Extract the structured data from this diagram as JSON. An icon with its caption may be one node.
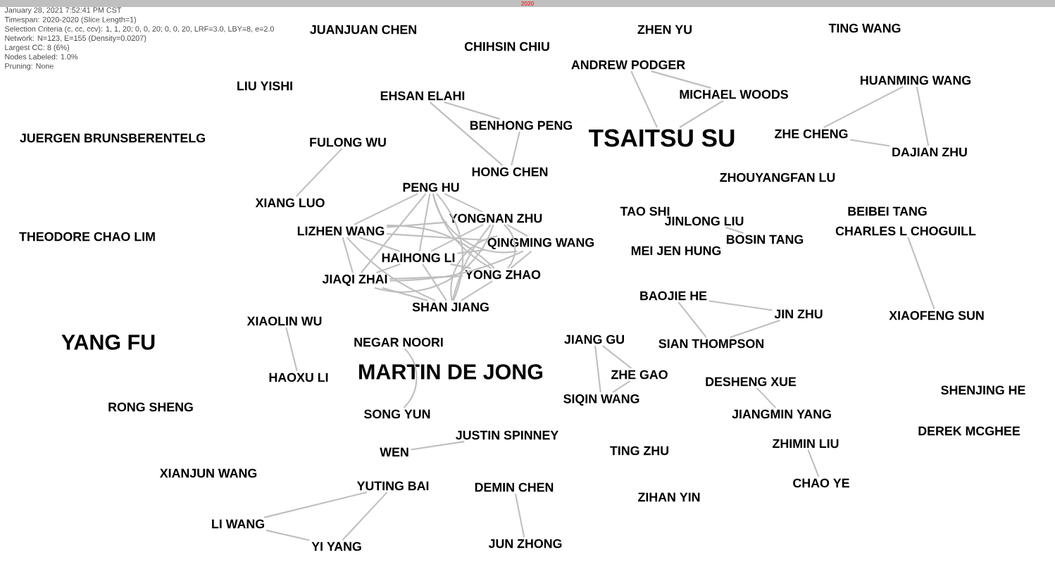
{
  "diagram": {
    "nodes": [
      {
        "text": [
          "JUANJUAN CHEN"
        ]
      },
      {
        "text": [
          "ZHEN YU"
        ]
      },
      {
        "text": [
          "TING WANG"
        ]
      },
      {
        "text": [
          "CHIHSIN CHIU"
        ]
      },
      {
        "text": [
          "ANDREW PODGER"
        ]
      },
      {
        "text": [
          "LIU YISHI"
        ]
      },
      {
        "text": [
          "HUANMING WANG"
        ]
      },
      {
        "text": [
          "MICHAEL WOODS"
        ]
      },
      {
        "text": [
          "EHSAN ELAHI"
        ]
      },
      {
        "text": [
          "BENHONG PENG"
        ]
      },
      {
        "text": [
          "ZHE CHENG"
        ]
      },
      {
        "text": [
          "TSAITSU SU"
        ]
      },
      {
        "text": [
          "JUERGEN BRUNSBERENTELG"
        ]
      },
      {
        "text": [
          "FULONG WU"
        ]
      },
      {
        "text": [
          "DAJIAN ZHU"
        ]
      },
      {
        "text": [
          "HONG CHEN"
        ]
      },
      {
        "text": [
          "ZHOUYANGFAN LU"
        ]
      },
      {
        "text": [
          "PENG HU"
        ]
      },
      {
        "text": [
          "XIANG LUO"
        ]
      },
      {
        "text": [
          "TAO SHI"
        ]
      },
      {
        "text": [
          "BEIBEI TANG"
        ]
      },
      {
        "text": [
          "YONGNAN ZHU"
        ]
      },
      {
        "text": [
          "JINLONG LIU"
        ]
      },
      {
        "text": [
          "LIZHEN WANG"
        ]
      },
      {
        "text": [
          "CHARLES L CHOGUILL"
        ]
      },
      {
        "text": [
          "THEODORE CHAO LIM"
        ]
      },
      {
        "text": [
          "BOSIN TANG"
        ]
      },
      {
        "text": [
          "QINGMING WANG"
        ]
      },
      {
        "text": [
          "MEI JEN HUNG"
        ]
      },
      {
        "text": [
          "HAIHONG LI"
        ]
      },
      {
        "text": [
          "YONG ZHAO"
        ]
      },
      {
        "text": [
          "JIAQI ZHAI"
        ]
      },
      {
        "text": [
          "BAOJIE HE"
        ]
      },
      {
        "text": [
          "SHAN JIANG"
        ]
      },
      {
        "text": [
          "JIN ZHU"
        ]
      },
      {
        "text": [
          "XIAOFENG SUN"
        ]
      },
      {
        "text": [
          "XIAOLIN WU"
        ]
      },
      {
        "text": [
          "JIANG GU"
        ]
      },
      {
        "text": [
          "YANG FU"
        ]
      },
      {
        "text": [
          "NEGAR NOORI"
        ]
      },
      {
        "text": [
          "SIAN THOMPSON"
        ]
      },
      {
        "text": [
          "MARTIN DE JONG"
        ]
      },
      {
        "text": [
          "ZHE GAO"
        ]
      },
      {
        "text": [
          "HAOXU LI"
        ]
      },
      {
        "text": [
          "DESHENG XUE"
        ]
      },
      {
        "text": [
          "SHENJING HE"
        ]
      },
      {
        "text": [
          "SIQIN WANG"
        ]
      },
      {
        "text": [
          "RONG SHENG"
        ]
      },
      {
        "text": [
          "SONG YUN"
        ]
      },
      {
        "text": [
          "JIANGMIN YANG"
        ]
      },
      {
        "text": [
          "DEREK MCGHEE"
        ]
      },
      {
        "text": [
          "JUSTIN SPINNEY"
        ]
      },
      {
        "text": [
          "ZHIMIN LIU"
        ]
      },
      {
        "text": [
          "TING ZHU"
        ]
      },
      {
        "text": [
          "WEN"
        ]
      },
      {
        "text": [
          "XIANJUN WANG"
        ]
      },
      {
        "text": [
          "CHAO YE"
        ]
      },
      {
        "text": [
          "YUTING BAI"
        ]
      },
      {
        "text": [
          "DEMIN CHEN"
        ]
      },
      {
        "text": [
          "ZIHAN YIN"
        ]
      },
      {
        "text": [
          "LI WANG"
        ]
      },
      {
        "text": [
          "YI YANG"
        ]
      },
      {
        "text": [
          "JUN ZHONG"
        ]
      }
    ],
    "edges": [
      {
        "from": 4,
        "to": 7,
        "arrow": "none"
      },
      {
        "from": 4,
        "to": 11,
        "arrow": "none"
      },
      {
        "from": 7,
        "to": 11,
        "arrow": "none"
      },
      {
        "from": 6,
        "to": 10,
        "arrow": "none"
      },
      {
        "from": 6,
        "to": 14,
        "arrow": "none"
      },
      {
        "from": 10,
        "to": 14,
        "arrow": "none"
      },
      {
        "from": 8,
        "to": 9,
        "arrow": "none"
      },
      {
        "from": 8,
        "to": 15,
        "arrow": "none"
      },
      {
        "from": 9,
        "to": 15,
        "arrow": "none"
      },
      {
        "from": 13,
        "to": 18,
        "arrow": "none"
      },
      {
        "from": 17,
        "to": 21,
        "arrow": "none"
      },
      {
        "from": 17,
        "to": 23,
        "arrow": "none"
      },
      {
        "from": 17,
        "to": 27,
        "arrow": "none"
      },
      {
        "from": 17,
        "to": 29,
        "arrow": "none"
      },
      {
        "from": 17,
        "to": 30,
        "arrow": "none"
      },
      {
        "from": 17,
        "to": 31,
        "arrow": "none"
      },
      {
        "from": 17,
        "to": 33,
        "arrow": "none"
      },
      {
        "from": 21,
        "to": 23,
        "arrow": "none"
      },
      {
        "from": 21,
        "to": 27,
        "arrow": "none"
      },
      {
        "from": 21,
        "to": 29,
        "arrow": "none"
      },
      {
        "from": 21,
        "to": 30,
        "arrow": "none"
      },
      {
        "from": 21,
        "to": 31,
        "arrow": "none"
      },
      {
        "from": 21,
        "to": 33,
        "arrow": "none"
      },
      {
        "from": 23,
        "to": 27,
        "arrow": "none"
      },
      {
        "from": 23,
        "to": 29,
        "arrow": "none"
      },
      {
        "from": 23,
        "to": 30,
        "arrow": "none"
      },
      {
        "from": 23,
        "to": 31,
        "arrow": "none"
      },
      {
        "from": 23,
        "to": 33,
        "arrow": "none"
      },
      {
        "from": 27,
        "to": 29,
        "arrow": "none"
      },
      {
        "from": 27,
        "to": 30,
        "arrow": "none"
      },
      {
        "from": 27,
        "to": 31,
        "arrow": "none"
      },
      {
        "from": 27,
        "to": 33,
        "arrow": "none"
      },
      {
        "from": 29,
        "to": 30,
        "arrow": "none"
      },
      {
        "from": 29,
        "to": 31,
        "arrow": "none"
      },
      {
        "from": 29,
        "to": 33,
        "arrow": "none"
      },
      {
        "from": 30,
        "to": 31,
        "arrow": "none"
      },
      {
        "from": 30,
        "to": 33,
        "arrow": "none"
      },
      {
        "from": 31,
        "to": 33,
        "arrow": "none"
      },
      {
        "from": 22,
        "to": 26,
        "arrow": "none"
      },
      {
        "from": 24,
        "to": 35,
        "arrow": "none"
      },
      {
        "from": 32,
        "to": 34,
        "arrow": "none"
      },
      {
        "from": 32,
        "to": 40,
        "arrow": "none"
      },
      {
        "from": 34,
        "to": 40,
        "arrow": "none"
      },
      {
        "from": 37,
        "to": 42,
        "arrow": "none"
      },
      {
        "from": 37,
        "to": 46,
        "arrow": "none"
      },
      {
        "from": 42,
        "to": 46,
        "arrow": "none"
      },
      {
        "from": 36,
        "to": 43,
        "arrow": "none"
      },
      {
        "from": 39,
        "to": 48,
        "arrow": "none"
      },
      {
        "from": 44,
        "to": 49,
        "arrow": "none"
      },
      {
        "from": 51,
        "to": 54,
        "arrow": "none"
      },
      {
        "from": 52,
        "to": 56,
        "arrow": "none"
      },
      {
        "from": 57,
        "to": 60,
        "arrow": "none"
      },
      {
        "from": 57,
        "to": 61,
        "arrow": "none"
      },
      {
        "from": 60,
        "to": 61,
        "arrow": "none"
      },
      {
        "from": 58,
        "to": 62,
        "arrow": "none"
      }
    ],
    "labels": [
      "2020",
      "January 28, 2021 7:52:41 PM CST",
      "Timespan: 2020-2020 (Slice Length=1)",
      "Selection Criteria (c, cc, ccv): 1, 1, 20; 0, 0, 20; 0, 0, 20, LRF=3.0, LBY=8, e=2.0",
      "Network: N=123, E=155 (Density=0.0207)",
      "Largest CC: 8 (6%)",
      "Nodes Labeled: 1.0%",
      "Pruning: None"
    ]
  }
}
